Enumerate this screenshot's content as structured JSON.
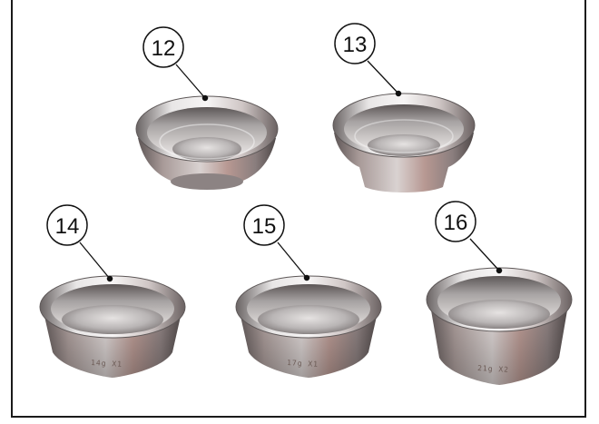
{
  "colors": {
    "frame": "#1a1a1a",
    "leader": "#111111",
    "metal_light": "#eef0f0",
    "metal_mid": "#a8a6a6",
    "metal_dark": "#5e5656",
    "metal_rose": "#b79892"
  },
  "parts": [
    {
      "callout": "12",
      "engraving": ""
    },
    {
      "callout": "13",
      "engraving": ""
    },
    {
      "callout": "14",
      "engraving": "14g X1"
    },
    {
      "callout": "15",
      "engraving": "17g X1"
    },
    {
      "callout": "16",
      "engraving": "21g X2"
    }
  ]
}
